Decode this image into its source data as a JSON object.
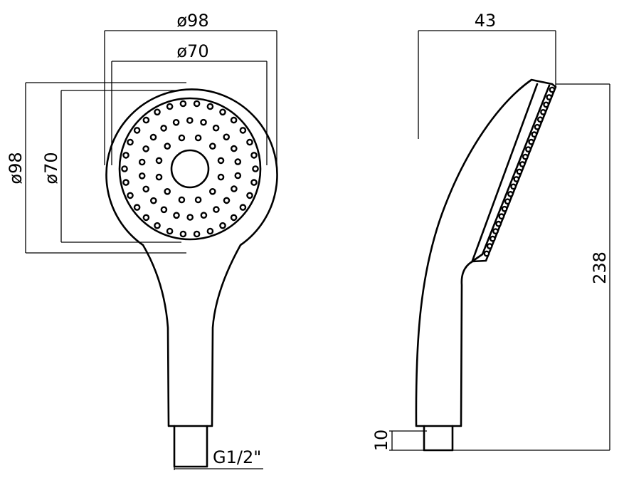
{
  "front_view": {
    "dim_head_width": "ø98",
    "dim_face_width": "ø70",
    "dim_head_height": "ø98",
    "dim_face_height": "ø70",
    "thread_label": "G1/2\""
  },
  "side_view": {
    "dim_depth": "43",
    "dim_length": "238",
    "dim_connector": "10"
  }
}
